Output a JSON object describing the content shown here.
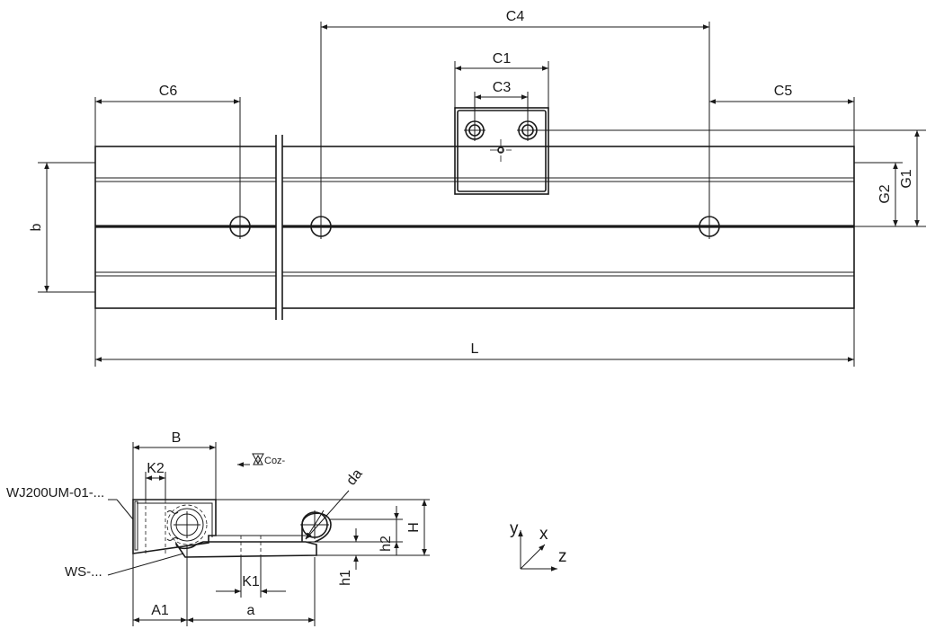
{
  "top_view": {
    "dimensions": {
      "c4": "C4",
      "c1": "C1",
      "c3": "C3",
      "c6": "C6",
      "c5": "C5",
      "g1": "G1",
      "g2": "G2",
      "b": "b",
      "l": "L"
    }
  },
  "section_view": {
    "dimensions": {
      "b_upper": "B",
      "k2": "K2",
      "da": "da",
      "h": "H",
      "h2": "h2",
      "h1": "h1",
      "k1": "K1",
      "a1": "A1",
      "a": "a"
    },
    "callouts": {
      "carriage": "WJ200UM-01-...",
      "rail": "WS-...",
      "note": "Coz-"
    }
  },
  "axes": {
    "y": "y",
    "x": "x",
    "z": "z"
  }
}
